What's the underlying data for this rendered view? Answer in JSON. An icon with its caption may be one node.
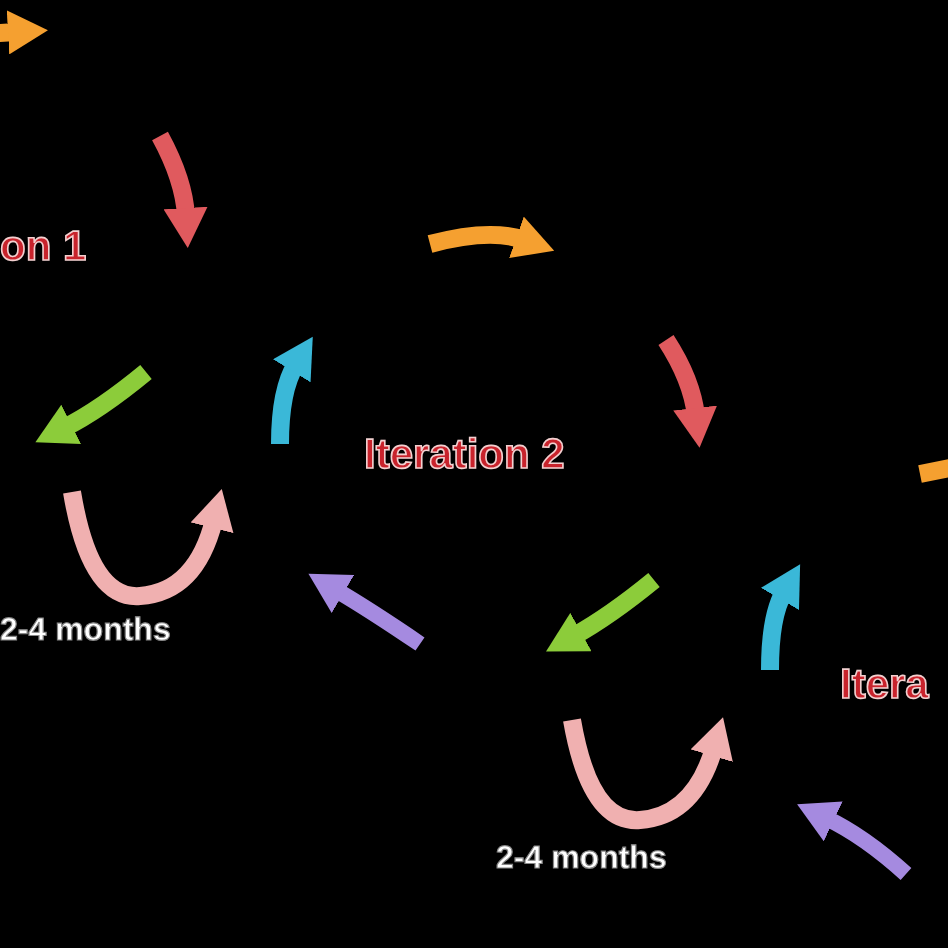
{
  "diagram": {
    "labels": [
      "on 1",
      "Iteration 2",
      "2-4 months",
      "Itera",
      "2-4 months"
    ]
  }
}
